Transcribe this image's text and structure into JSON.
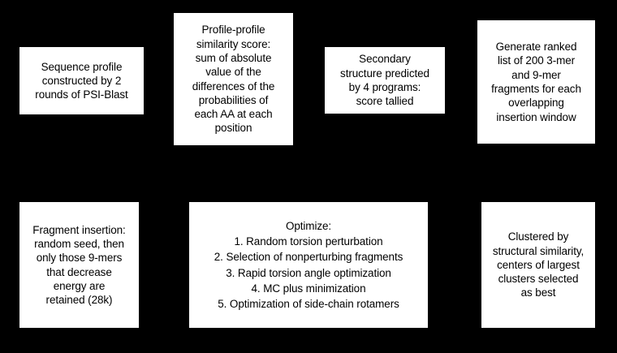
{
  "diagram": {
    "background_color": "#000000",
    "node_fill_color": "#ffffff",
    "node_text_color": "#000000",
    "nodes": [
      {
        "id": "sequence-profile",
        "text": "Sequence profile\nconstructed by 2\nrounds of PSI-Blast"
      },
      {
        "id": "profile-similarity",
        "text": "Profile-profile\nsimilarity score:\nsum of absolute\nvalue of the\ndifferences of the\nprobabilities of\neach AA at each\nposition"
      },
      {
        "id": "secondary-structure",
        "text": "Secondary\nstructure predicted\nby 4 programs:\nscore tallied"
      },
      {
        "id": "fragment-library",
        "text": "Generate ranked\nlist of 200 3-mer\nand 9-mer\nfragments for each\noverlapping\ninsertion window"
      },
      {
        "id": "fragment-insertion",
        "text": "Fragment insertion:\nrandom seed, then\nonly those 9-mers\nthat decrease\nenergy are\nretained (28k)"
      },
      {
        "id": "optimize",
        "text": "Optimize:\n1. Random torsion perturbation\n2. Selection of nonperturbing fragments\n3. Rapid torsion angle optimization\n4. MC plus minimization\n5. Optimization of side-chain rotamers"
      },
      {
        "id": "clustering",
        "text": "Clustered by\nstructural similarity,\ncenters of largest\nclusters selected\nas best"
      }
    ]
  }
}
